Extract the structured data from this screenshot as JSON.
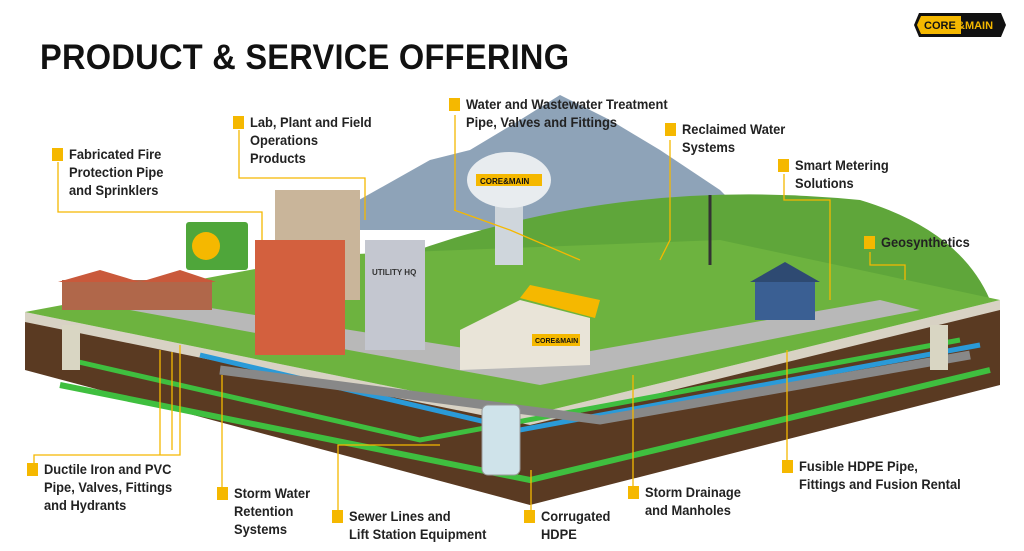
{
  "title": "PRODUCT & SERVICE OFFERING",
  "logo": {
    "text": "CORE&MAIN",
    "colors": {
      "yellow": "#f5b800",
      "black": "#111111"
    }
  },
  "scene_labels": {
    "building_sign": "UTILITY HQ",
    "tower_logo": "CORE&MAIN",
    "warehouse_logo": "CORE&MAIN"
  },
  "accent_color": "#f5b800",
  "labels": [
    {
      "id": "fire",
      "text": "Fabricated Fire\nProtection Pipe\nand Sprinklers"
    },
    {
      "id": "lab",
      "text": "Lab, Plant and Field\nOperations\nProducts"
    },
    {
      "id": "water",
      "text": "Water and Wastewater Treatment\nPipe, Valves and Fittings"
    },
    {
      "id": "reclaimed",
      "text": "Reclaimed Water\nSystems"
    },
    {
      "id": "metering",
      "text": "Smart Metering\nSolutions"
    },
    {
      "id": "geo",
      "text": "Geosynthetics"
    },
    {
      "id": "ductile",
      "text": "Ductile Iron and PVC\nPipe, Valves, Fittings\nand Hydrants"
    },
    {
      "id": "stormwater",
      "text": "Storm Water\nRetention\nSystems"
    },
    {
      "id": "sewer",
      "text": "Sewer Lines and\nLift Station Equipment"
    },
    {
      "id": "corrugated",
      "text": "Corrugated\nHDPE"
    },
    {
      "id": "drainage",
      "text": "Storm Drainage\nand Manholes"
    },
    {
      "id": "fusible",
      "text": "Fusible HDPE Pipe,\nFittings and Fusion Rental"
    }
  ]
}
